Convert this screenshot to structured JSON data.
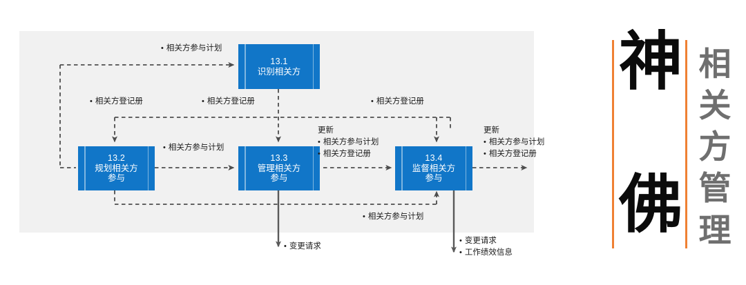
{
  "diagram": {
    "panel": {
      "bg_color": "#f1f1f1"
    },
    "box_color": "#1176c8",
    "processes": [
      {
        "id": "13-1",
        "number": "13.1",
        "name_lines": [
          "识别相关方"
        ]
      },
      {
        "id": "13-2",
        "number": "13.2",
        "name_lines": [
          "规划相关方",
          "参与"
        ]
      },
      {
        "id": "13-3",
        "number": "13.3",
        "name_lines": [
          "管理相关方",
          "参与"
        ]
      },
      {
        "id": "13-4",
        "number": "13.4",
        "name_lines": [
          "监督相关方",
          "参与"
        ]
      }
    ],
    "labels": {
      "top_plan": "相关方参与计划",
      "reg_left": "相关方登记册",
      "reg_mid": "相关方登记册",
      "reg_right": "相关方登记册",
      "plan_mid": "相关方参与计划",
      "plan_bottom": "相关方参与计划",
      "update_mid_head": "更新",
      "update_mid_1": "相关方参与计划",
      "update_mid_2": "相关方登记册",
      "update_right_head": "更新",
      "update_right_1": "相关方参与计划",
      "update_right_2": "相关方登记册",
      "change_req_left": "变更请求",
      "change_req_right_1": "变更请求",
      "change_req_right_2": "工作绩效信息"
    }
  },
  "title_block": {
    "accent_color": "#ef8033",
    "big_chars": [
      "神",
      "佛"
    ],
    "vertical_title": [
      "相",
      "关",
      "方",
      "管",
      "理"
    ]
  }
}
